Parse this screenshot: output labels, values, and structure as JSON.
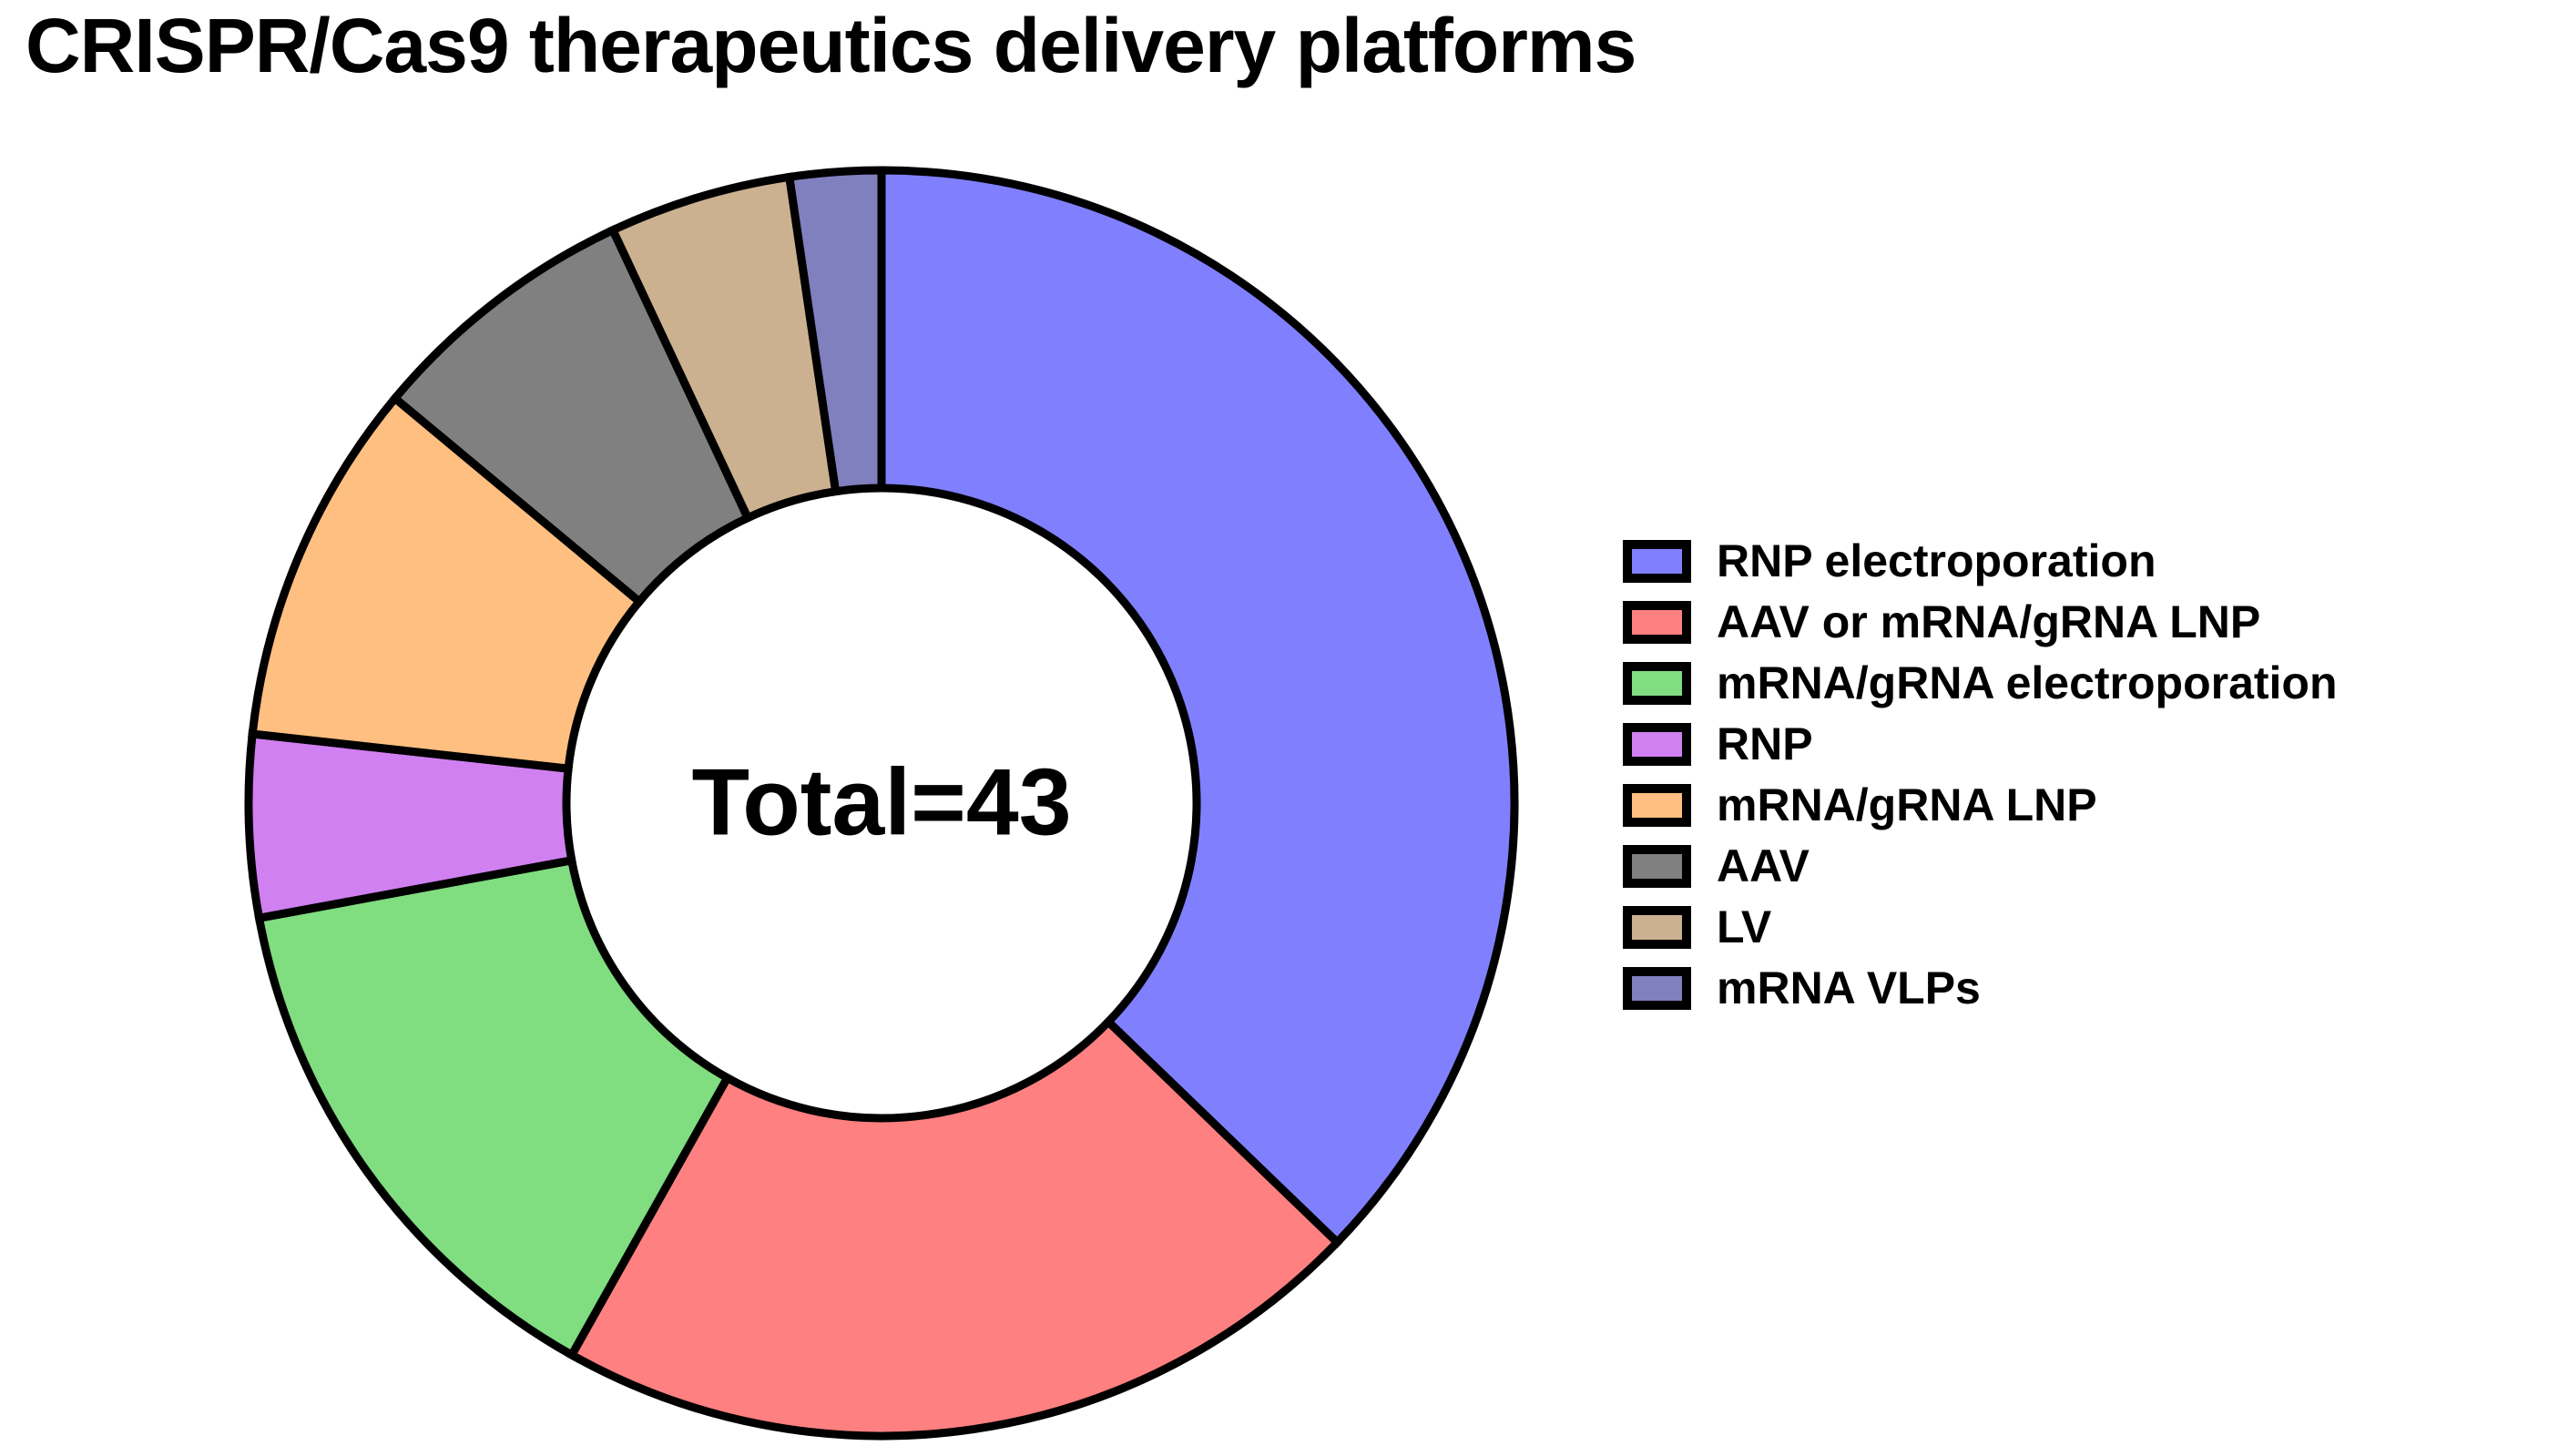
{
  "title": "CRISPR/Cas9 therapeutics delivery platforms",
  "center_label": "Total=43",
  "chart_data": {
    "type": "pie",
    "subtype": "donut",
    "title": "CRISPR/Cas9 therapeutics delivery platforms",
    "total": 43,
    "center_label": "Total=43",
    "start_angle_deg": 0,
    "direction": "clockwise",
    "legend_position": "right",
    "outline_color": "#000000",
    "slices": [
      {
        "label": "RNP electroporation",
        "value": 16,
        "color": "#8080FF"
      },
      {
        "label": "AAV or mRNA/gRNA LNP",
        "value": 9,
        "color": "#FF8080"
      },
      {
        "label": "mRNA/gRNA electroporation",
        "value": 6,
        "color": "#80DD80"
      },
      {
        "label": "RNP",
        "value": 2,
        "color": "#D080F0"
      },
      {
        "label": "mRNA/gRNA LNP",
        "value": 4,
        "color": "#FFBF80"
      },
      {
        "label": "AAV",
        "value": 3,
        "color": "#808080"
      },
      {
        "label": "LV",
        "value": 2,
        "color": "#CBB190"
      },
      {
        "label": "mRNA VLPs",
        "value": 1,
        "color": "#8080BF"
      }
    ]
  }
}
